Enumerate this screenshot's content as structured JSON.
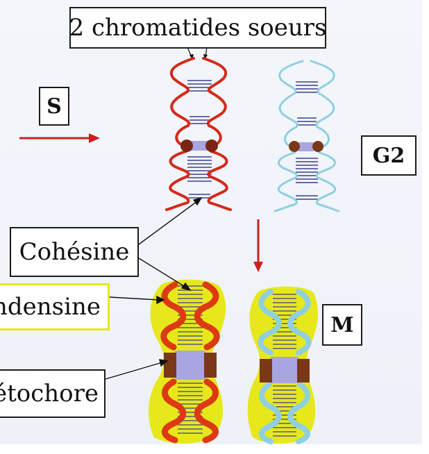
{
  "labels": {
    "sister_chromatids": "2 chromatides soeurs",
    "phase_s": "S",
    "phase_g2": "G2",
    "phase_m": "M",
    "cohesin": "Cohésine",
    "condensin": "ndensine",
    "kinetochore": "étochore"
  },
  "colors": {
    "red_chromatid": "#d42a1a",
    "blue_chromatid": "#8fcfe0",
    "cohesin_rungs": "#3a3f8a",
    "centromere": "#a9a5e0",
    "kinetochore": "#7a3818",
    "condensin_yellow": "#e6e81c",
    "arrow_red": "#cc2020"
  }
}
